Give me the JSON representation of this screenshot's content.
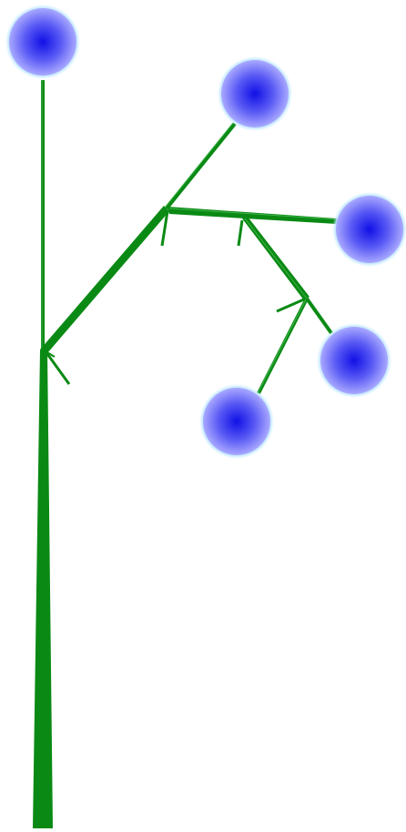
{
  "colors": {
    "background": "#ffffff",
    "stem": "#0a8a14",
    "stem_dark": "#067010",
    "stem_light": "#3fb34a",
    "flower_center": "#1010e6",
    "flower_mid": "#5a5af5",
    "flower_edge": "#a9a9ff",
    "flower_glow": "#bfe6ff"
  },
  "diagram": {
    "kind": "branching plant",
    "flower_count": 5,
    "branch_count": 4
  }
}
